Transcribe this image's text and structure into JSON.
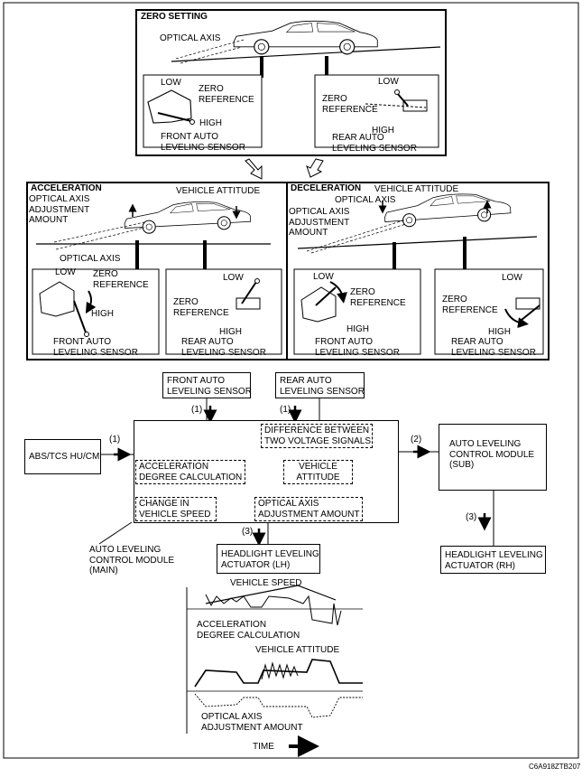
{
  "zero_setting": {
    "title": "ZERO SETTING",
    "optical_axis": "OPTICAL AXIS",
    "low_front": "LOW",
    "zero_ref_front": "ZERO\nREFERENCE",
    "high_front": "HIGH",
    "front_sensor": "FRONT AUTO\nLEVELING SENSOR",
    "low_rear": "LOW",
    "zero_ref_rear": "ZERO\nREFERENCE",
    "high_rear": "HIGH",
    "rear_sensor": "REAR AUTO\nLEVELING SENSOR"
  },
  "acceleration": {
    "title": "ACCELERATION",
    "optical_axis_adj": "OPTICAL AXIS\nADJUSTMENT\nAMOUNT",
    "optical_axis": "OPTICAL AXIS",
    "vehicle_attitude": "VEHICLE ATTITUDE",
    "low_front": "LOW",
    "zero_ref_front": "ZERO\nREFERENCE",
    "high_front": "HIGH",
    "front_sensor": "FRONT AUTO\nLEVELING SENSOR",
    "low_rear": "LOW",
    "zero_ref_rear": "ZERO\nREFERENCE",
    "high_rear": "HIGH",
    "rear_sensor": "REAR AUTO\nLEVELING SENSOR"
  },
  "deceleration": {
    "title": "DECELERATION",
    "vehicle_attitude": "VEHICLE ATTITUDE",
    "optical_axis": "OPTICAL AXIS",
    "optical_axis_adj": "OPTICAL AXIS\nADJUSTMENT\nAMOUNT",
    "low_front": "LOW",
    "zero_ref_front": "ZERO\nREFERENCE",
    "high_front": "HIGH",
    "front_sensor": "FRONT AUTO\nLEVELING SENSOR",
    "low_rear": "LOW",
    "zero_ref_rear": "ZERO\nREFERENCE",
    "high_rear": "HIGH",
    "rear_sensor": "REAR AUTO\nLEVELING SENSOR"
  },
  "block": {
    "front_sensor": "FRONT AUTO\nLEVELING SENSOR",
    "rear_sensor": "REAR AUTO\nLEVELING SENSOR",
    "abs": "ABS/TCS HU/CM",
    "difference": "DIFFERENCE BETWEEN\nTWO VOLTAGE SIGNALS",
    "accel_calc": "ACCELERATION\nDEGREE CALCULATION",
    "vehicle_attitude": "VEHICLE\nATTITUDE",
    "change_speed": "CHANGE IN\nVEHICLE SPEED",
    "optical_adj": "OPTICAL AXIS\nADJUSTMENT AMOUNT",
    "module_main": "AUTO LEVELING\nCONTROL MODULE\n(MAIN)",
    "module_sub": "AUTO LEVELING\nCONTROL MODULE\n(SUB)",
    "actuator_lh": "HEADLIGHT LEVELING\nACTUATOR (LH)",
    "actuator_rh": "HEADLIGHT LEVELING\nACTUATOR (RH)",
    "n1a": "(1)",
    "n1b": "(1)",
    "n1c": "(1)",
    "n2": "(2)",
    "n3a": "(3)",
    "n3b": "(3)"
  },
  "waveform": {
    "vehicle_speed": "VEHICLE SPEED",
    "accel_calc": "ACCELERATION\nDEGREE CALCULATION",
    "vehicle_attitude": "VEHICLE ATTITUDE",
    "optical_adj": "OPTICAL AXIS\nADJUSTMENT AMOUNT",
    "time": "TIME"
  },
  "code": "C6A918ZTB207"
}
